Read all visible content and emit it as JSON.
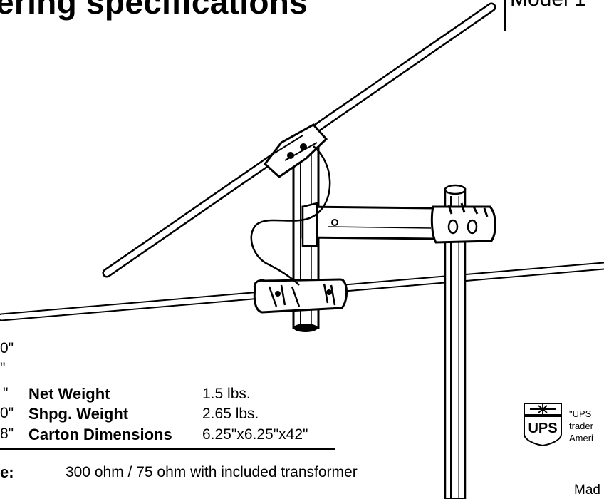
{
  "header": {
    "title": "ering specifications",
    "model": "Model 1"
  },
  "specs_left_fragments": [
    "0\"",
    "\"",
    "\"",
    "0\"",
    "8\""
  ],
  "specs": [
    {
      "label": "Net Weight",
      "value": "1.5 lbs."
    },
    {
      "label": "Shpg. Weight",
      "value": "2.65 lbs."
    },
    {
      "label": "Carton Dimensions",
      "value": "6.25\"x6.25\"x42\""
    }
  ],
  "impedance": {
    "label_fragment": "e:",
    "value": "300 ohm / 75 ohm with included transformer"
  },
  "ups": {
    "logo_text": "UPS",
    "lines": [
      "\"UPS",
      "trader",
      "Ameri"
    ]
  },
  "footer": {
    "made": "Mad"
  },
  "illustration": {
    "name": "antenna-drawing"
  }
}
